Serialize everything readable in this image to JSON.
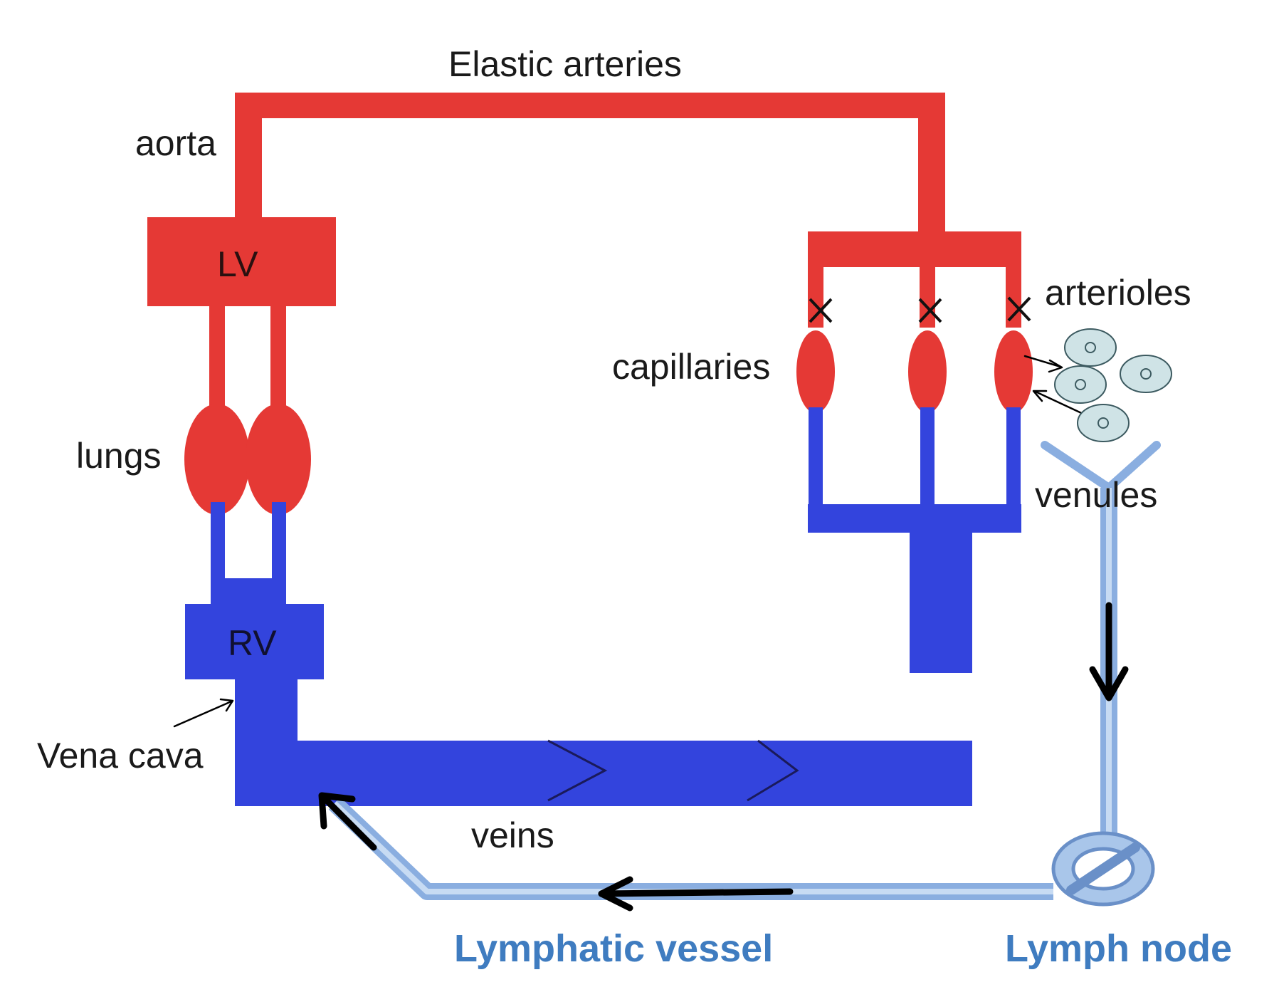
{
  "labels": {
    "elastic_arteries": "Elastic arteries",
    "aorta": "aorta",
    "lv": "LV",
    "lungs": "lungs",
    "rv": "RV",
    "vena_cava": "Vena cava",
    "veins": "veins",
    "capillaries": "capillaries",
    "arterioles": "arterioles",
    "venules": "venules",
    "lymphatic_vessel": "Lymphatic vessel",
    "lymph_node": "Lymph node"
  },
  "colors": {
    "artery": "#e53935",
    "vein": "#3344dd",
    "lymph": "#a9c6ea",
    "lymph_label": "#3f7cc0",
    "cell": "#cfe3e6"
  }
}
